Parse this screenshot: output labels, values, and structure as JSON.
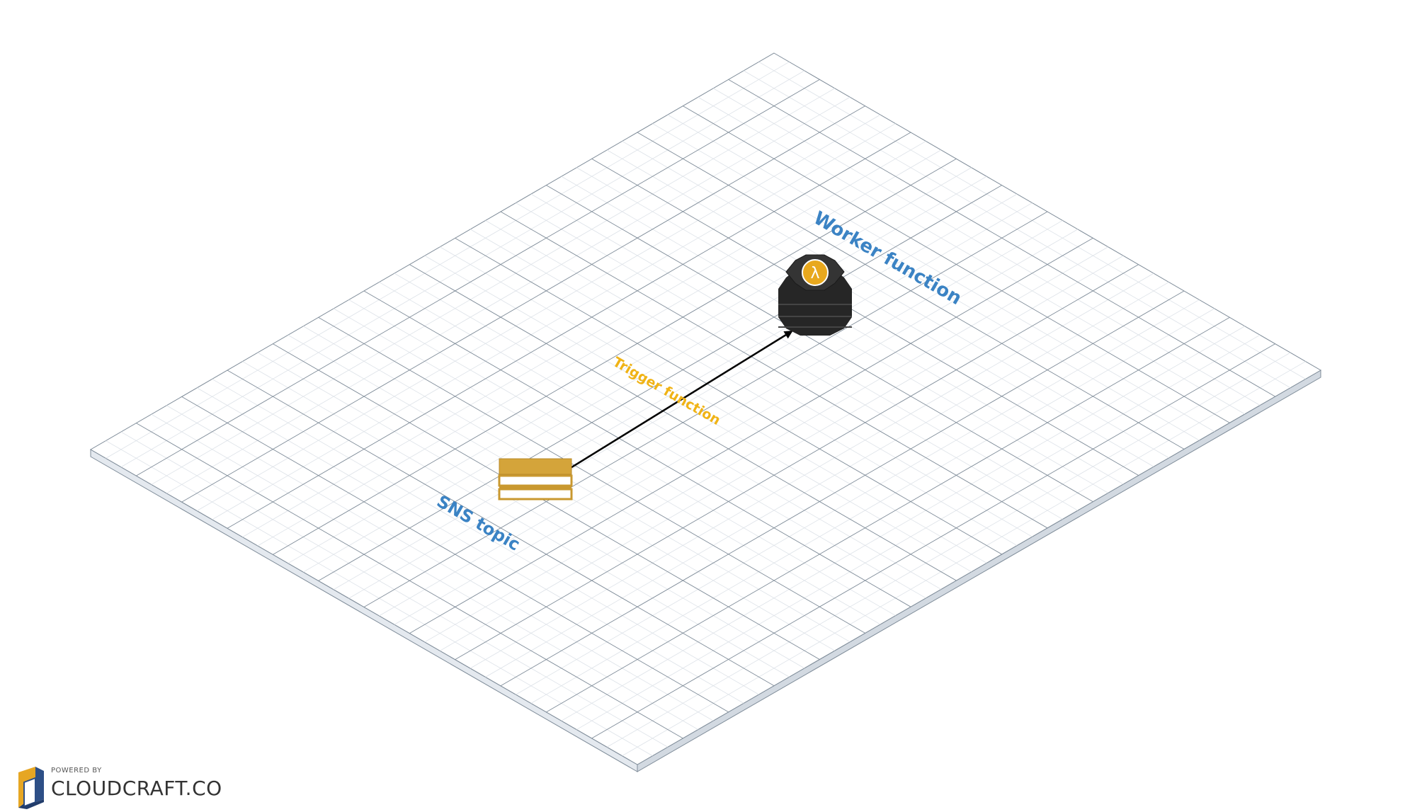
{
  "diagram": {
    "nodes": [
      {
        "id": "sns",
        "label": "SNS topic",
        "icon": "sns-topic-icon",
        "color": "#d4a43a"
      },
      {
        "id": "lambda",
        "label": "Worker function",
        "icon": "lambda-function-icon",
        "color": "#2b2b2b",
        "symbol": "λ"
      }
    ],
    "edges": [
      {
        "from": "sns",
        "to": "lambda",
        "label": "Trigger function",
        "color": "#f0b315"
      }
    ],
    "label_color": "#3b83c4",
    "grid_color": "#7f8c99"
  },
  "branding": {
    "powered_by": "POWERED BY",
    "name": "CLOUDCRAFT.CO"
  }
}
